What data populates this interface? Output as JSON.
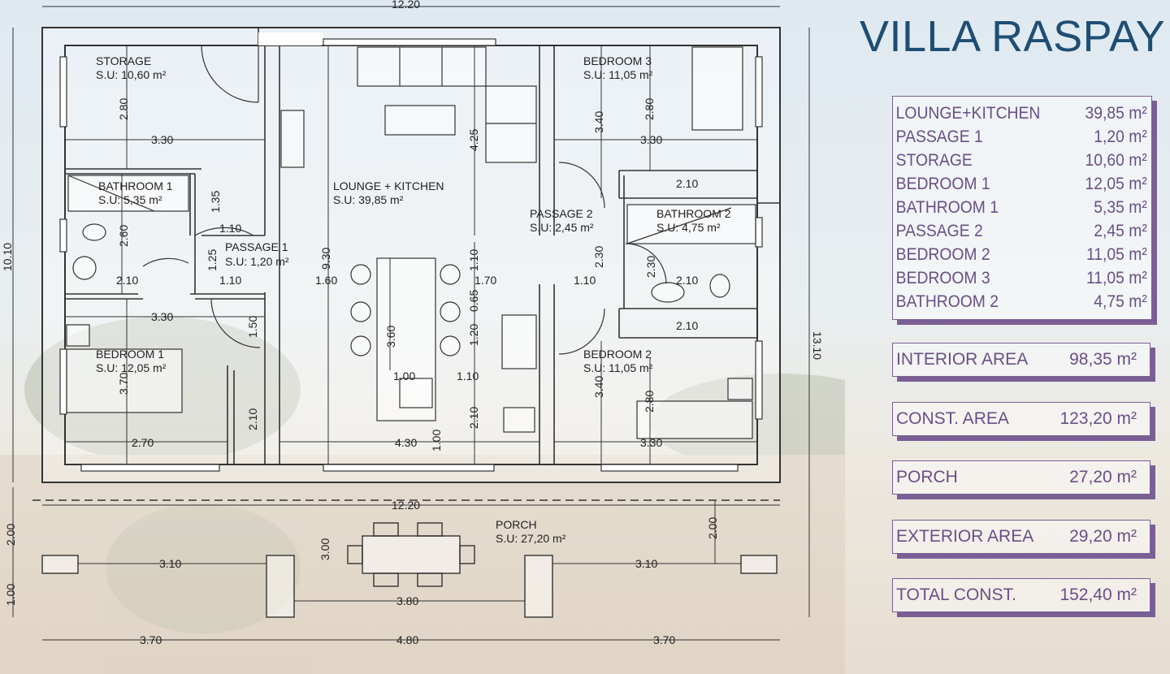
{
  "title": "VILLA RASPAY",
  "area_table": [
    {
      "name": "LOUNGE+KITCHEN",
      "value": "39,85 m²"
    },
    {
      "name": "PASSAGE 1",
      "value": "1,20 m²"
    },
    {
      "name": "STORAGE",
      "value": "10,60 m²"
    },
    {
      "name": "BEDROOM 1",
      "value": "12,05 m²"
    },
    {
      "name": "BATHROOM 1",
      "value": "5,35 m²"
    },
    {
      "name": "PASSAGE 2",
      "value": "2,45 m²"
    },
    {
      "name": "BEDROOM 2",
      "value": "11,05 m²"
    },
    {
      "name": "BEDROOM 3",
      "value": "11,05 m²"
    },
    {
      "name": "BATHROOM 2",
      "value": "4,75 m²"
    }
  ],
  "summary": {
    "interior": {
      "name": "INTERIOR AREA",
      "value": "98,35 m²"
    },
    "const": {
      "name": "CONST. AREA",
      "value": "123,20 m²"
    },
    "porch": {
      "name": "PORCH",
      "value": "27,20 m²"
    },
    "exterior": {
      "name": "EXTERIOR AREA",
      "value": "29,20 m²"
    },
    "total": {
      "name": "TOTAL CONST.",
      "value": "152,40 m²"
    }
  },
  "rooms": {
    "storage": {
      "name": "STORAGE",
      "su": "S.U: 10,60 m²"
    },
    "bathroom1": {
      "name": "BATHROOM 1",
      "su": "S.U: 5,35 m²"
    },
    "passage1": {
      "name": "PASSAGE 1",
      "su": "S.U: 1,20 m²"
    },
    "bedroom1": {
      "name": "BEDROOM 1",
      "su": "S.U: 12,05 m²"
    },
    "lounge": {
      "name": "LOUNGE + KITCHEN",
      "su": "S.U: 39,85 m²"
    },
    "passage2": {
      "name": "PASSAGE 2",
      "su": "S.U: 2,45 m²"
    },
    "bedroom3": {
      "name": "BEDROOM 3",
      "su": "S.U: 11,05 m²"
    },
    "bathroom2": {
      "name": "BATHROOM 2",
      "su": "S.U: 4,75 m²"
    },
    "bedroom2": {
      "name": "BEDROOM 2",
      "su": "S.U: 11,05 m²"
    },
    "porch": {
      "name": "PORCH",
      "su": "S.U: 27,20 m²"
    }
  },
  "dims": {
    "top_width": "12.20",
    "left_height": "10.10",
    "right_height": "13.10",
    "porch_width": "12.20",
    "porch_depth": "2.00",
    "step_depth": "1.00",
    "bottom_left": "3.70",
    "bottom_mid": "4.80",
    "bottom_right": "3.70",
    "porch_left": "3.10",
    "porch_right": "3.10",
    "porch_center": "3.80",
    "porch_height": "3.00",
    "porch_right_depth": "2.00",
    "storage_h": "2.80",
    "storage_w": "3.30",
    "bath1_h1": "1.35",
    "bath1_w1": "1.10",
    "bath1_h2": "2.60",
    "bath1_w2": "2.10",
    "pass1_h": "1.25",
    "pass1_w": "1.10",
    "lounge_w1": "1.60",
    "bed1_w": "3.30",
    "bed1_h": "3.70",
    "bed1_w2": "2.70",
    "pass_v1": "1.50",
    "pass_v2": "2.10",
    "lounge_h": "9.30",
    "lounge_h2": "4.25",
    "lounge_h3": "1.10",
    "lounge_h4": "0.65",
    "lounge_h5": "1.20",
    "lounge_h6": "3.60",
    "lounge_w2": "1.00",
    "lounge_w3": "1.10",
    "lounge_h7": "2.10",
    "lounge_w4": "1.00",
    "lounge_w5": "4.30",
    "lounge_w6": "1.70",
    "bed3_h1": "3.40",
    "bed3_h2": "2.80",
    "bed3_w": "3.30",
    "wardrobe1": "2.10",
    "pass2_h": "2.30",
    "pass2_w": "1.10",
    "bath2_h": "2.30",
    "bath2_w": "2.10",
    "wardrobe2": "2.10",
    "bed2_h1": "3.40",
    "bed2_h2": "2.80",
    "bed2_w": "3.30"
  }
}
